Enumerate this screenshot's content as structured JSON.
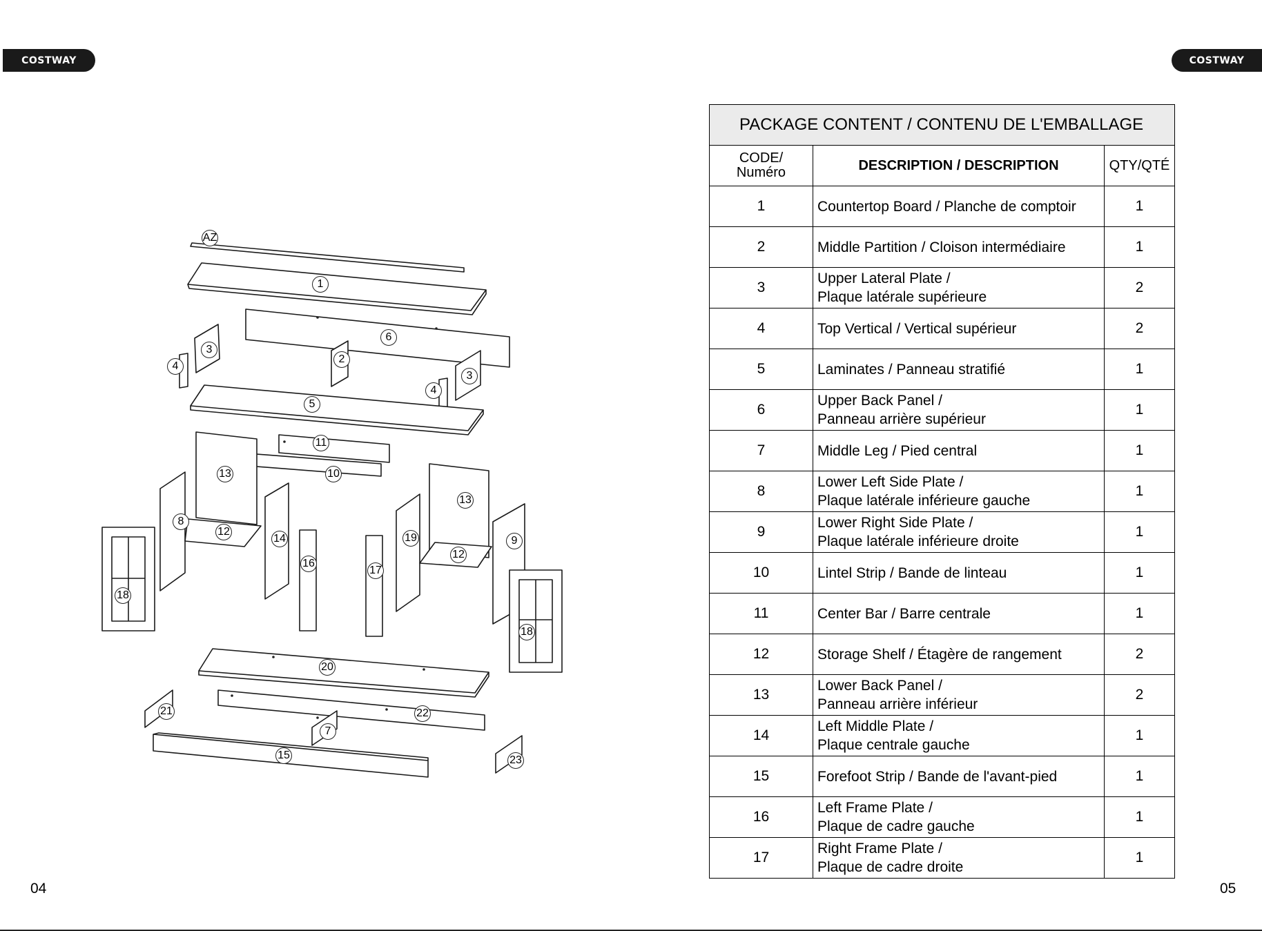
{
  "brand": {
    "logo_text": "COSTWAY"
  },
  "pages": {
    "left_number": "04",
    "right_number": "05"
  },
  "diagram": {
    "callouts": [
      "AZ",
      "1",
      "6",
      "3",
      "2",
      "4",
      "3",
      "4",
      "5",
      "11",
      "10",
      "13",
      "13",
      "8",
      "12",
      "14",
      "16",
      "17",
      "19",
      "12",
      "9",
      "18",
      "18",
      "20",
      "21",
      "22",
      "7",
      "15",
      "23"
    ]
  },
  "table": {
    "title": "PACKAGE CONTENT / CONTENU DE L'EMBALLAGE",
    "headers": {
      "code_line1": "CODE/",
      "code_line2": "Numéro",
      "description": "DESCRIPTION / DESCRIPTION",
      "qty": "QTY/QTÉ"
    },
    "rows": [
      {
        "code": "1",
        "desc1": "Countertop Board / Planche de comptoir",
        "desc2": "",
        "qty": "1"
      },
      {
        "code": "2",
        "desc1": "Middle Partition / Cloison intermédiaire",
        "desc2": "",
        "qty": "1"
      },
      {
        "code": "3",
        "desc1": "Upper Lateral Plate /",
        "desc2": "Plaque latérale supérieure",
        "qty": "2"
      },
      {
        "code": "4",
        "desc1": "Top Vertical / Vertical supérieur",
        "desc2": "",
        "qty": "2"
      },
      {
        "code": "5",
        "desc1": "Laminates / Panneau stratifié",
        "desc2": "",
        "qty": "1"
      },
      {
        "code": "6",
        "desc1": "Upper Back Panel /",
        "desc2": "Panneau arrière supérieur",
        "qty": "1"
      },
      {
        "code": "7",
        "desc1": "Middle Leg / Pied central",
        "desc2": "",
        "qty": "1"
      },
      {
        "code": "8",
        "desc1": "Lower Left Side Plate /",
        "desc2": "Plaque latérale inférieure gauche",
        "qty": "1"
      },
      {
        "code": "9",
        "desc1": "Lower Right Side Plate /",
        "desc2": "Plaque latérale inférieure droite",
        "qty": "1"
      },
      {
        "code": "10",
        "desc1": "Lintel Strip / Bande de linteau",
        "desc2": "",
        "qty": "1"
      },
      {
        "code": "11",
        "desc1": "Center Bar / Barre centrale",
        "desc2": "",
        "qty": "1"
      },
      {
        "code": "12",
        "desc1": "Storage Shelf / Étagère de rangement",
        "desc2": "",
        "qty": "2"
      },
      {
        "code": "13",
        "desc1": "Lower Back Panel /",
        "desc2": "Panneau arrière inférieur",
        "qty": "2"
      },
      {
        "code": "14",
        "desc1": "Left Middle Plate /",
        "desc2": "Plaque centrale gauche",
        "qty": "1"
      },
      {
        "code": "15",
        "desc1": "Forefoot Strip / Bande de l'avant-pied",
        "desc2": "",
        "qty": "1"
      },
      {
        "code": "16",
        "desc1": "Left Frame Plate /",
        "desc2": "Plaque de cadre gauche",
        "qty": "1"
      },
      {
        "code": "17",
        "desc1": "Right Frame Plate /",
        "desc2": "Plaque de cadre droite",
        "qty": "1"
      }
    ]
  }
}
